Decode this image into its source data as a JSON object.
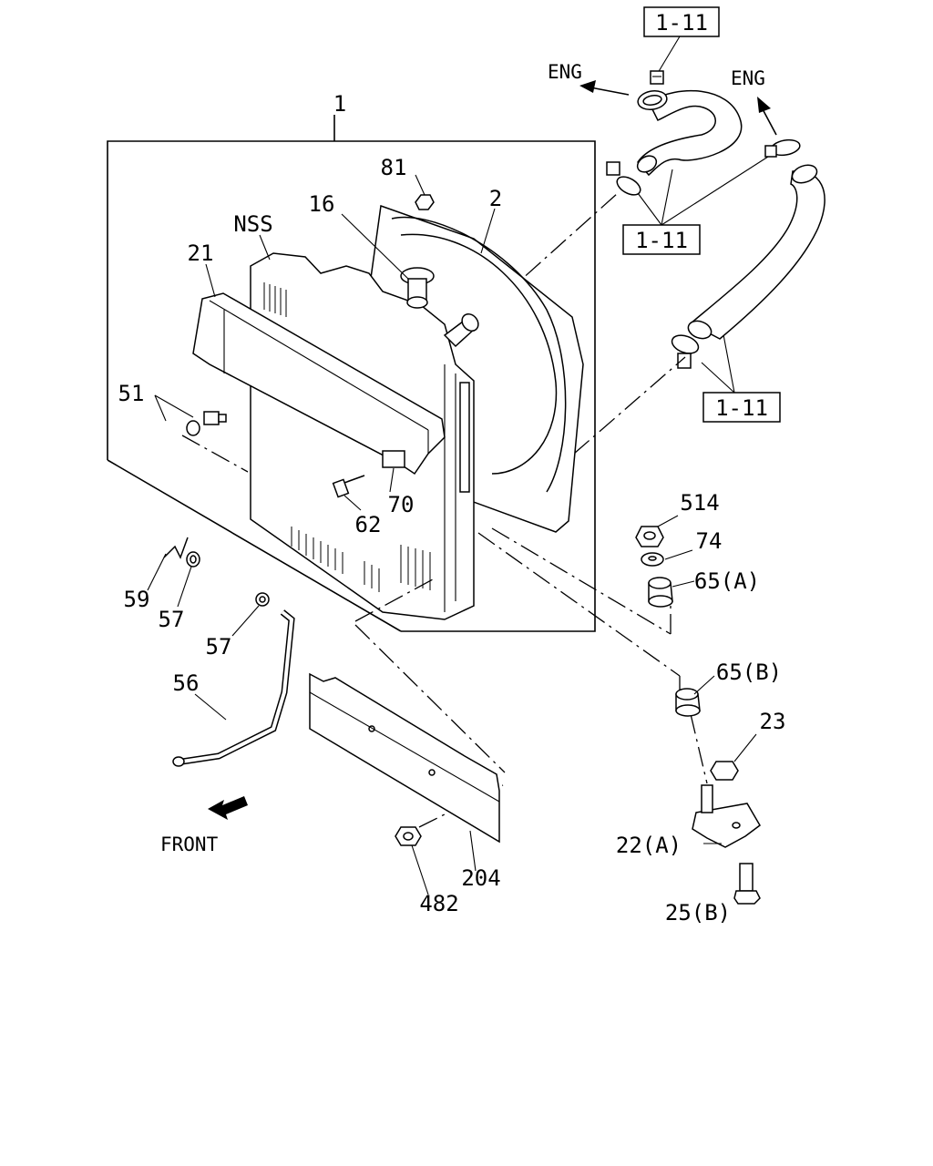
{
  "ref_boxes": [
    "1-11",
    "1-11",
    "1-11"
  ],
  "directions": {
    "eng_1": "ENG",
    "eng_2": "ENG",
    "front": "FRONT"
  },
  "callouts": {
    "p1": "1",
    "p2": "2",
    "p16": "16",
    "p21": "21",
    "p22a": "22(A)",
    "p23": "23",
    "p25b": "25(B)",
    "p51": "51",
    "p56": "56",
    "p57a": "57",
    "p57b": "57",
    "p59": "59",
    "p62": "62",
    "p65a": "65(A)",
    "p65b": "65(B)",
    "p70": "70",
    "p74": "74",
    "p81": "81",
    "p204": "204",
    "p482": "482",
    "p514": "514",
    "nss": "NSS"
  }
}
